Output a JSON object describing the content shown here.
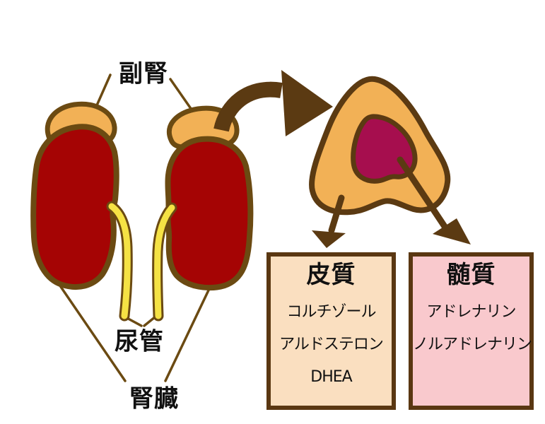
{
  "labels": {
    "adrenal_gland": "副腎",
    "ureter": "尿管",
    "kidney": "腎臓"
  },
  "boxes": {
    "cortex": {
      "title": "皮質",
      "items": [
        "コルチゾール",
        "アルドステロン",
        "DHEA"
      ]
    },
    "medulla": {
      "title": "髄質",
      "items": [
        "アドレナリン",
        "ノルアドレナリン"
      ]
    }
  },
  "colors": {
    "background": "#ffffff",
    "kidney_fill": "#a50404",
    "outline_brown": "#6b4a12",
    "adrenal_fill": "#f2b156",
    "ureter_yellow": "#f5e244",
    "medulla_fill": "#a60e4e",
    "arrow_dark_brown": "#5b3a12",
    "cortex_box_bg": "#fadfc0",
    "medulla_box_bg": "#f9c9cd",
    "box_border": "#5a3712",
    "text": "#111111"
  }
}
